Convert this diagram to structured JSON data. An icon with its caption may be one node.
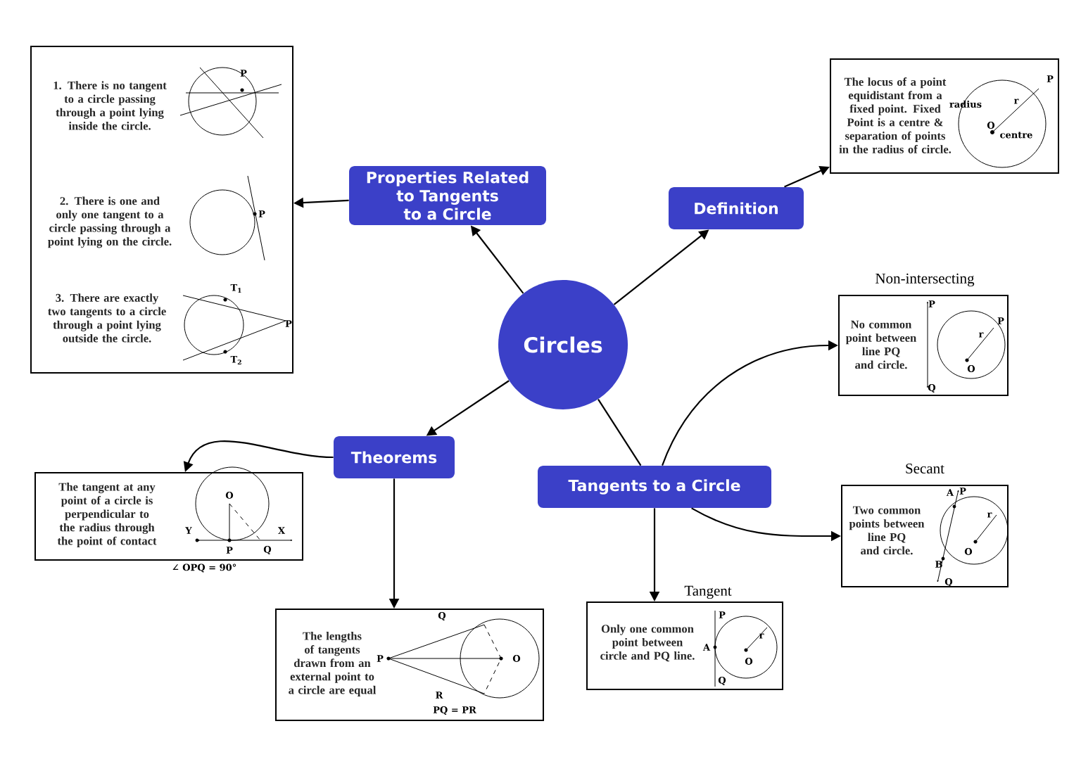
{
  "diagram": {
    "nodes": [
      {
        "text": [
          "Circles"
        ]
      },
      {
        "text": [
          "Properties Related to Tangents to a Circle"
        ]
      },
      {
        "text": [
          "Definition"
        ]
      },
      {
        "text": [
          "Theorems"
        ]
      },
      {
        "text": [
          "Tangents to a Circle"
        ]
      },
      {
        "text": [
          "1. There is no tangent to a circle passing through a point lying inside the circle.",
          "2. There is one and only one tangent to a circle passing through a point lying on the circle.",
          "3. There are exactly two tangents to a circle through a point lying outside the circle."
        ]
      },
      {
        "text": [
          "The locus of a point equidistant from a fixed point. Fixed Point is a centre & separation of points in the radius of circle."
        ]
      },
      {
        "text": [
          "Non-intersecting",
          "No common point between line PQ and circle."
        ]
      },
      {
        "text": [
          "Secant",
          "Two common points between line PQ and circle."
        ]
      },
      {
        "text": [
          "Tangent",
          "Only one common point between circle and PQ line."
        ]
      },
      {
        "text": [
          "The tangent at any point of a circle is perpendicular to the radius through the point of contact"
        ],
        "beside": [
          "∠ OPQ = 90°"
        ]
      },
      {
        "text": [
          "The lengths of tangents drawn from an external point to a circle are equal"
        ]
      }
    ],
    "edges": [
      {
        "from": 0,
        "to": 1,
        "arrow": "to"
      },
      {
        "from": 0,
        "to": 2,
        "arrow": "to"
      },
      {
        "from": 0,
        "to": 3,
        "arrow": "to"
      },
      {
        "from": 0,
        "to": 4,
        "arrow": "none"
      },
      {
        "from": 1,
        "to": 5,
        "arrow": "to"
      },
      {
        "from": 2,
        "to": 6,
        "arrow": "to"
      },
      {
        "from": 3,
        "to": 10,
        "arrow": "to"
      },
      {
        "from": 3,
        "to": 11,
        "arrow": "to"
      },
      {
        "from": 4,
        "to": 7,
        "arrow": "to"
      },
      {
        "from": 4,
        "to": 8,
        "arrow": "to"
      },
      {
        "from": 4,
        "to": 9,
        "arrow": "to"
      }
    ],
    "labels": [
      "P",
      "P",
      "T$_{1}$",
      "P",
      "T$_{2}$",
      "P",
      "radius",
      "r",
      "O",
      "centre",
      "P",
      "P",
      "r",
      "O",
      "Q",
      "A",
      "P",
      "r",
      "O",
      "B",
      "Q",
      "O",
      "Y",
      "X",
      "P",
      "Q",
      "Q",
      "P",
      "O",
      "R",
      "PQ = PR",
      "P",
      "A",
      "r",
      "O",
      "Q"
    ]
  }
}
